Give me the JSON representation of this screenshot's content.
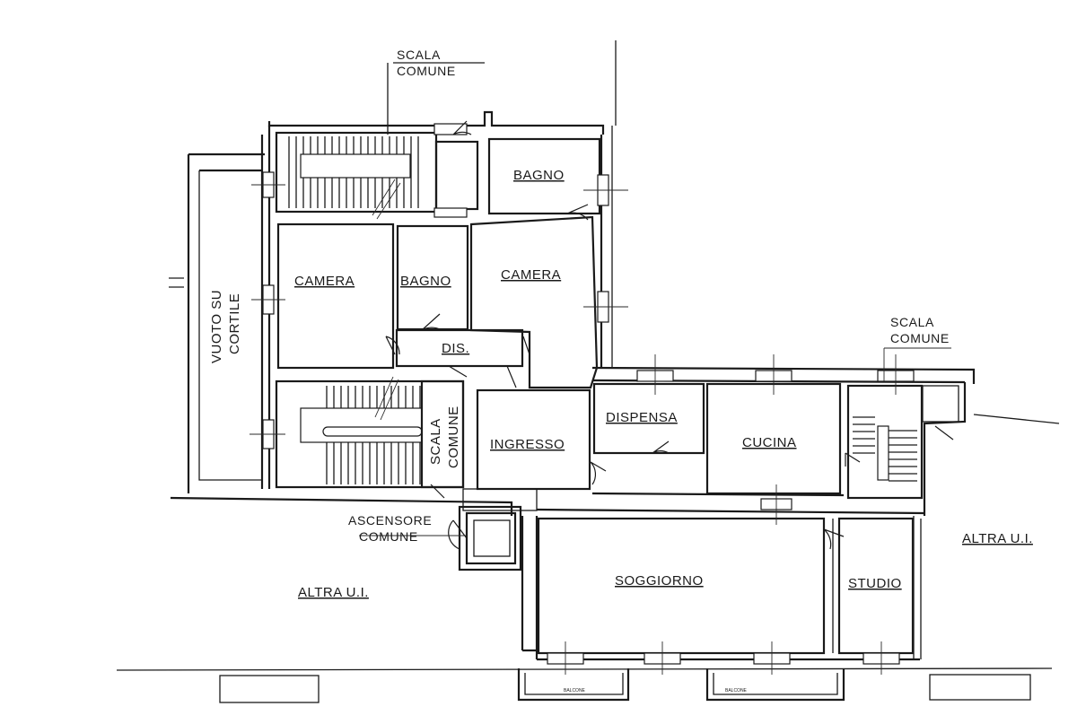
{
  "rooms": {
    "scala_comune_top": [
      "SCALA",
      "COMUNE"
    ],
    "bagno_top": "BAGNO",
    "camera_left": "CAMERA",
    "bagno_mid": "BAGNO",
    "camera_right": "CAMERA",
    "dis": "DIS.",
    "vuoto_su_cortile": [
      "VUOTO SU",
      "CORTILE"
    ],
    "scala_comune_vertical": [
      "SCALA",
      "COMUNE"
    ],
    "ingresso": "INGRESSO",
    "dispensa": "DISPENSA",
    "cucina": "CUCINA",
    "scala_comune_right": [
      "SCALA",
      "COMUNE"
    ],
    "ascensore_comune": [
      "ASCENSORE",
      "COMUNE"
    ],
    "altra_ui_left": "ALTRA U.I.",
    "altra_ui_right": "ALTRA U.I.",
    "soggiorno": "SOGGIORNO",
    "studio": "STUDIO",
    "balcone_1": "BALCONE",
    "balcone_2": "BALCONE"
  },
  "colors": {
    "ink": "#1a1a1a",
    "paper": "#ffffff"
  }
}
